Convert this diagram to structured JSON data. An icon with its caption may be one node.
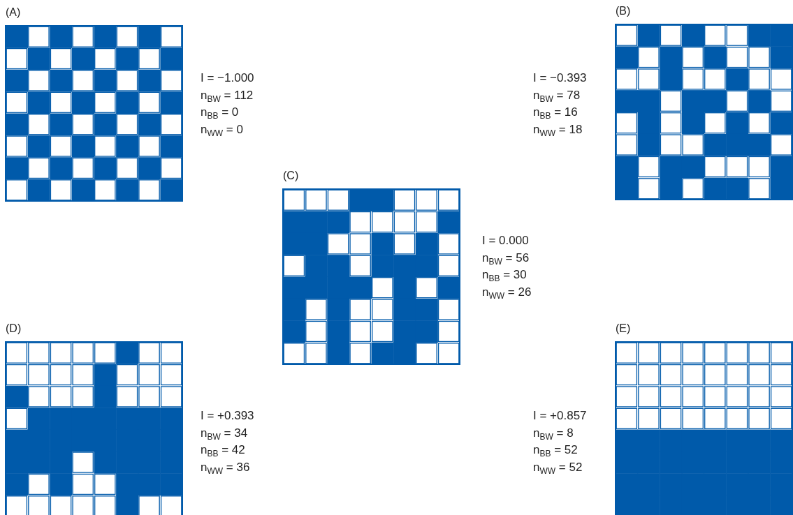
{
  "diagram": {
    "nodes": [
      {
        "text": [
          "(A)"
        ],
        "beside": [
          "I = −1.000",
          "n$_{BW}$ = 112",
          "n$_{BB}$ = 0",
          "n$_{WW}$ = 0"
        ]
      },
      {
        "text": [
          "(B)"
        ],
        "beside": [
          "I = −0.393",
          "n$_{BW}$ = 78",
          "n$_{BB}$ = 16",
          "n$_{WW}$ = 18"
        ]
      },
      {
        "text": [
          "(C)"
        ],
        "beside": [
          "I = 0.000",
          "n$_{BW}$ = 56",
          "n$_{BB}$ = 30",
          "n$_{WW}$ = 26"
        ]
      },
      {
        "text": [
          "(D)"
        ],
        "beside": [
          "I = +0.393",
          "n$_{BW}$ = 34",
          "n$_{BB}$ = 42",
          "n$_{WW}$ = 36"
        ]
      },
      {
        "text": [
          "(E)"
        ],
        "beside": [
          "I = +0.857",
          "n$_{BW}$ = 8",
          "n$_{BB}$ = 52",
          "n$_{WW}$ = 52"
        ]
      }
    ]
  }
}
